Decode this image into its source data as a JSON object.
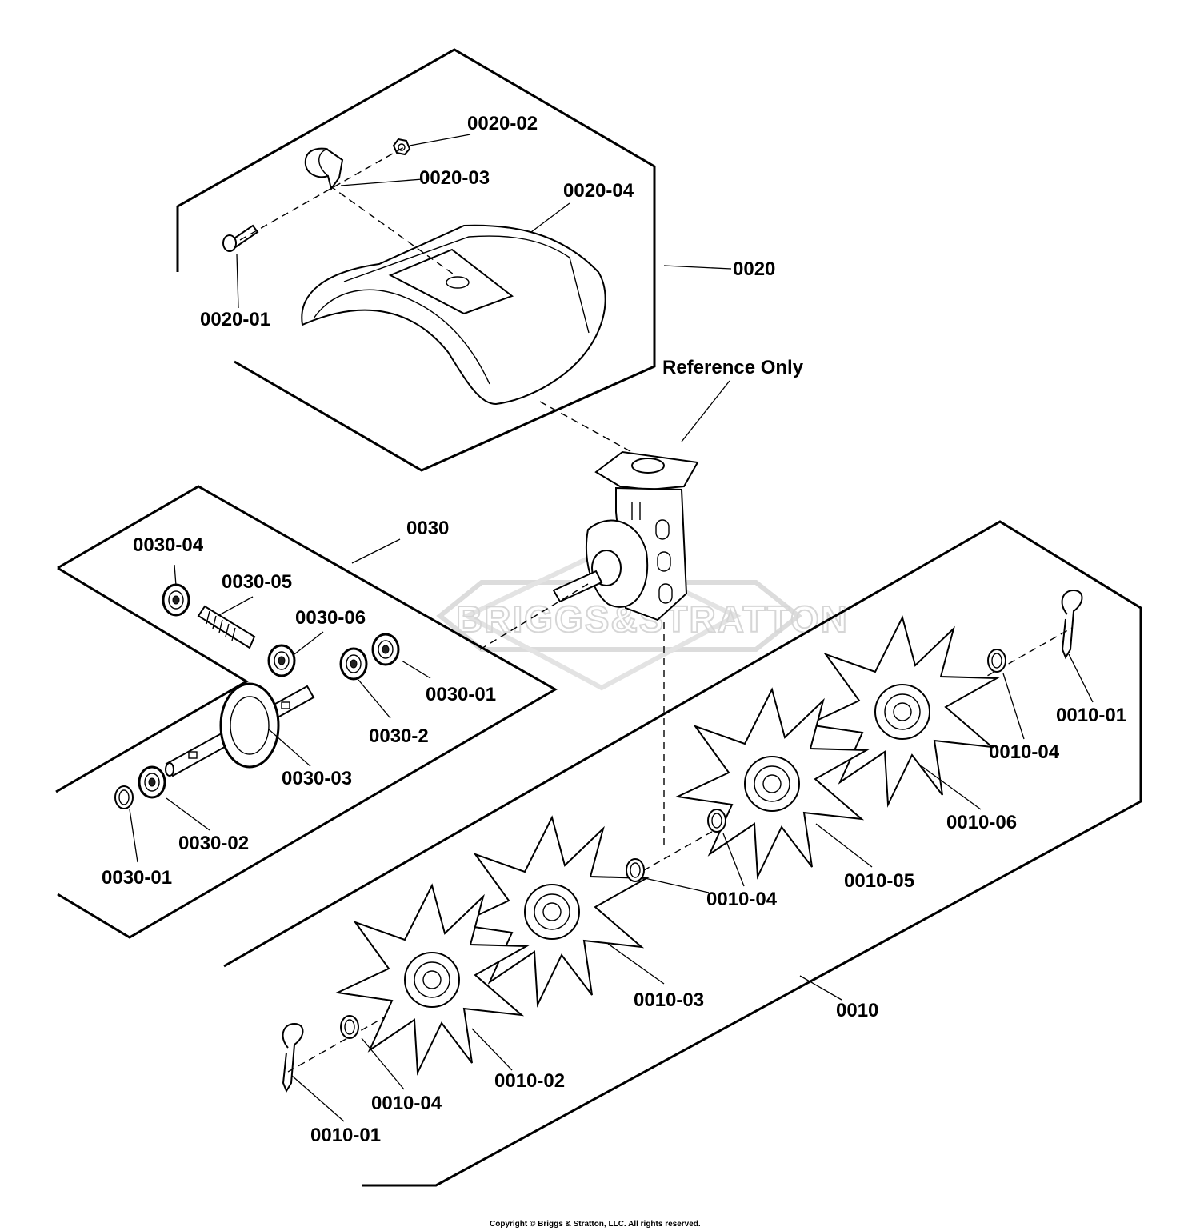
{
  "labels": {
    "g0020": "0020",
    "p0020_01": "0020-01",
    "p0020_02": "0020-02",
    "p0020_03": "0020-03",
    "p0020_04": "0020-04",
    "reference": "Reference Only",
    "g0030": "0030",
    "p0030_04": "0030-04",
    "p0030_05": "0030-05",
    "p0030_06": "0030-06",
    "p0030_01a": "0030-01",
    "p0030_2": "0030-2",
    "p0030_03": "0030-03",
    "p0030_02": "0030-02",
    "p0030_01b": "0030-01",
    "g0010": "0010",
    "p0010_01a": "0010-01",
    "p0010_04a": "0010-04",
    "p0010_06": "0010-06",
    "p0010_05": "0010-05",
    "p0010_04b": "0010-04",
    "p0010_03": "0010-03",
    "p0010_02": "0010-02",
    "p0010_04c": "0010-04",
    "p0010_01b": "0010-01"
  },
  "watermark": "BRIGGS&STRATTON",
  "copyright": "Copyright © Briggs & Stratton, LLC. All rights reserved."
}
